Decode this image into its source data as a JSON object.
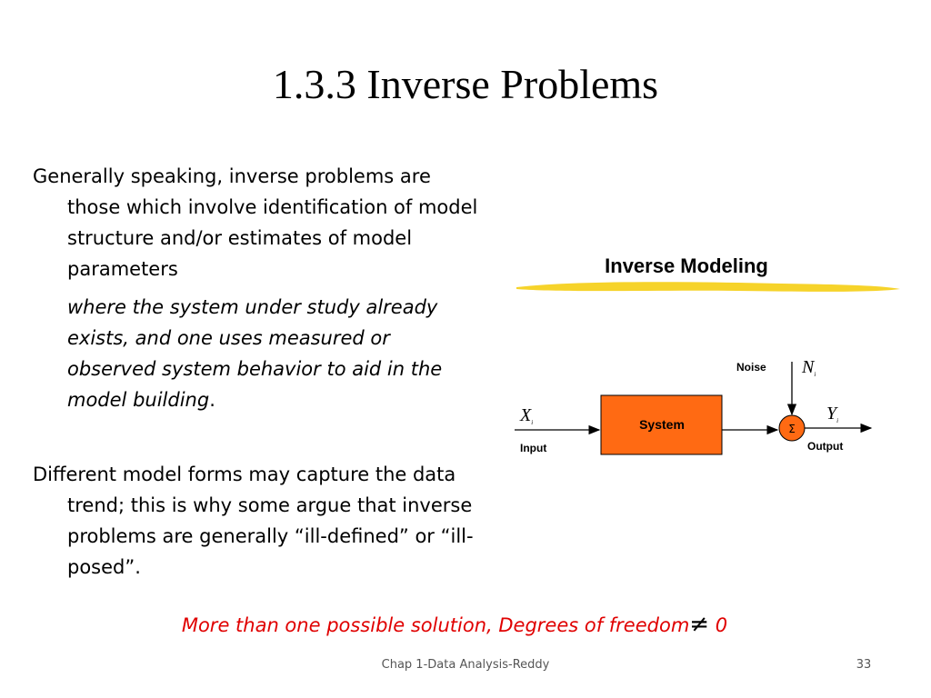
{
  "slide": {
    "title": "1.3.3 Inverse Problems",
    "paragraph_1": "Generally speaking, inverse problems are those which involve identification of model structure and/or estimates of model parameters",
    "paragraph_1_sub": "where the system under study already exists, and one uses measured or observed system behavior to aid in the model building",
    "paragraph_1_sub_end": ".",
    "paragraph_2": "Different model forms may capture the data trend; this is why some argue that inverse problems are generally “ill-defined” or “ill-posed”.",
    "note_text": "More than one possible solution, Degrees of freedom",
    "note_symbol": "≠",
    "note_value": "0"
  },
  "diagram": {
    "heading": "Inverse Modeling",
    "noise_label": "Noise",
    "noise_symbol": "N",
    "noise_subscript": "i",
    "input_symbol": "X",
    "input_subscript": "i",
    "input_label": "Input",
    "system_label": "System",
    "sum_symbol": "Σ",
    "output_symbol": "Y",
    "output_subscript": "i",
    "output_label": "Output",
    "colors": {
      "system_fill": "#ff6a13",
      "highlight": "#f6d32a"
    }
  },
  "footer": {
    "text": "Chap 1-Data Analysis-Reddy",
    "page_number": "33"
  }
}
